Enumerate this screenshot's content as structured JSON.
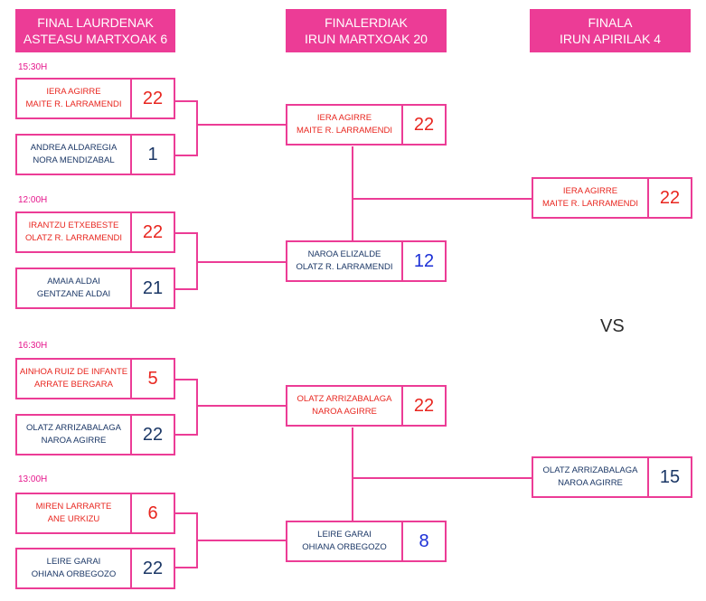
{
  "headers": {
    "quarter": {
      "line1": "FINAL LAURDENAK",
      "line2": "ASTEASU MARTXOAK 6"
    },
    "semi": {
      "line1": "FINALERDIAK",
      "line2": "IRUN MARTXOAK 20"
    },
    "final": {
      "line1": "FINALA",
      "line2": "IRUN APIRILAK 4"
    }
  },
  "times": [
    "15:30H",
    "12:00H",
    "16:30H",
    "13:00H"
  ],
  "quarterfinals": [
    {
      "p1": "IERA AGIRRE",
      "p2": "MAITE R. LARRAMENDI",
      "score": "22",
      "color": "#e8261f"
    },
    {
      "p1": "ANDREA ALDAREGIA",
      "p2": "NORA MENDIZABAL",
      "score": "1",
      "color": "#1b3766"
    },
    {
      "p1": "IRANTZU ETXEBESTE",
      "p2": "OLATZ R. LARRAMENDI",
      "score": "22",
      "color": "#e8261f"
    },
    {
      "p1": "AMAIA ALDAI",
      "p2": "GENTZANE ALDAI",
      "score": "21",
      "color": "#1b3766"
    },
    {
      "p1": "AINHOA RUIZ DE INFANTE",
      "p2": "ARRATE BERGARA",
      "score": "5",
      "color": "#e8261f"
    },
    {
      "p1": "OLATZ ARRIZABALAGA",
      "p2": "NAROA AGIRRE",
      "score": "22",
      "color": "#1b3766"
    },
    {
      "p1": "MIREN LARRARTE",
      "p2": "ANE URKIZU",
      "score": "6",
      "color": "#e8261f"
    },
    {
      "p1": "LEIRE GARAI",
      "p2": "OHIANA ORBEGOZO",
      "score": "22",
      "color": "#1b3766"
    }
  ],
  "semifinals": [
    {
      "p1": "IERA AGIRRE",
      "p2": "MAITE R. LARRAMENDI",
      "score": "22",
      "color": "#e8261f"
    },
    {
      "p1": "NAROA ELIZALDE",
      "p2": "OLATZ R. LARRAMENDI",
      "score": "12",
      "color": "#1b2fd6"
    },
    {
      "p1": "OLATZ ARRIZABALAGA",
      "p2": "NAROA AGIRRE",
      "score": "22",
      "color": "#e8261f"
    },
    {
      "p1": "LEIRE GARAI",
      "p2": "OHIANA ORBEGOZO",
      "score": "8",
      "color": "#1b2fd6"
    }
  ],
  "finals": [
    {
      "p1": "IERA AGIRRE",
      "p2": "MAITE R. LARRAMENDI",
      "score": "22",
      "color": "#e8261f"
    },
    {
      "p1": "OLATZ ARRIZABALAGA",
      "p2": "NAROA AGIRRE",
      "score": "15",
      "color": "#1b3766"
    }
  ],
  "vs": "VS",
  "colors": {
    "accent": "#ec3c96",
    "time": "#e6168c",
    "red": "#e8261f",
    "navy": "#1b3766",
    "blue": "#1b2fd6"
  }
}
